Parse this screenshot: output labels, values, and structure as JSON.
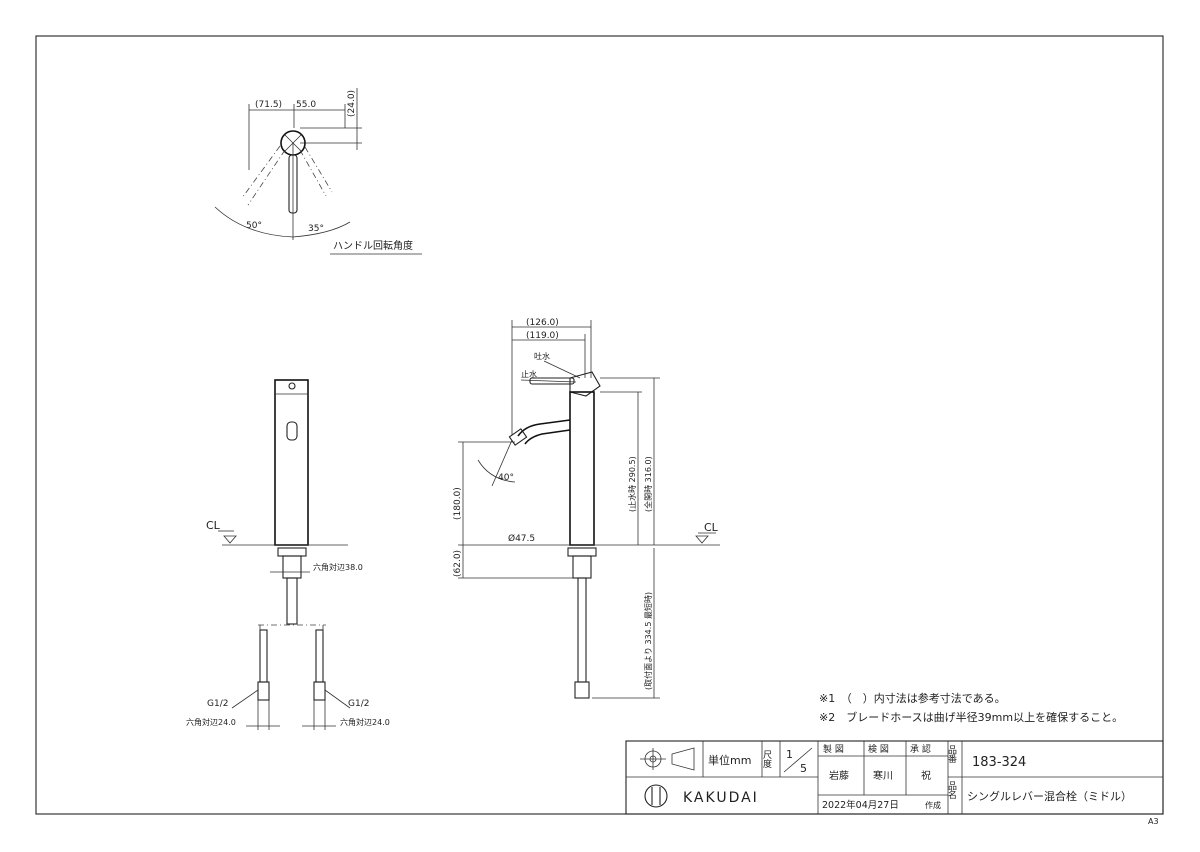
{
  "handle_rotation": {
    "dims": [
      "(71.5)",
      "55.0",
      "(24.0)"
    ],
    "angles": [
      "50°",
      "35°"
    ],
    "caption": "ハンドル回転角度"
  },
  "front_view": {
    "cl": "CL",
    "hex_top": "六角対辺38.0",
    "thread_left": "G1/2",
    "thread_right": "G1/2",
    "hex_left": "六角対辺24.0",
    "hex_right": "六角対辺24.0"
  },
  "side_view": {
    "dim_126": "(126.0)",
    "dim_119": "(119.0)",
    "discharge": "吐水",
    "stop": "止水",
    "angle_40": "40°",
    "dim_180": "(180.0)",
    "dim_62": "(62.0)",
    "dia": "Ø47.5",
    "cl": "CL",
    "dim_316": "(全開時 316.0)",
    "dim_290": "(止水時 290.5)",
    "dim_334": "(取付面より 334.5 最短時)"
  },
  "notes": [
    "※1　（　）内寸法は参考寸法である。",
    "※2　ブレードホースは曲げ半径39mm以上を確保すること。"
  ],
  "title_block": {
    "unit_label": "単位mm",
    "scale_label": "尺度",
    "scale_value_top": "1",
    "scale_value_bottom": "5",
    "roles": [
      "製 図",
      "検 図",
      "承 認"
    ],
    "names": [
      "岩藤",
      "寒川",
      "祝"
    ],
    "date": "2022年04月27日",
    "made": "作成",
    "part_no_label": "品番",
    "part_no": "183-324",
    "product_name_label": "品名",
    "product_name": "シングルレバー混合栓（ミドル）",
    "logo": "KAKUDAI"
  },
  "sheet_size": "A3"
}
